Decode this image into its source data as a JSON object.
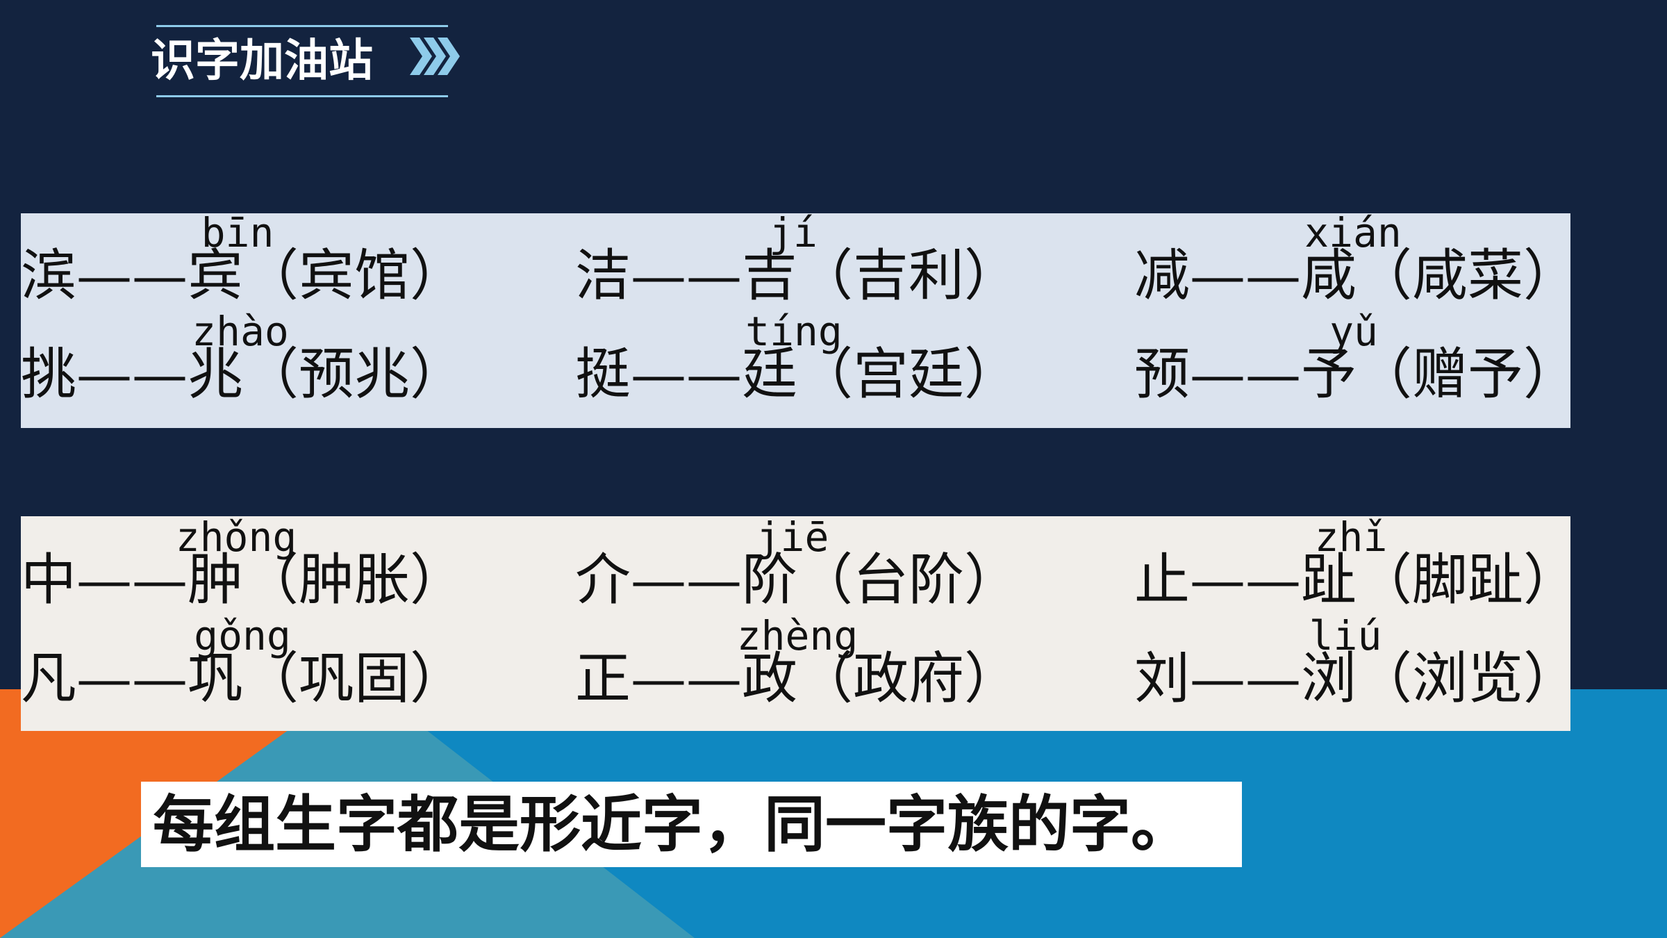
{
  "slide": {
    "title": "识字加油站",
    "colors": {
      "background": "#13233f",
      "title_text": "#ffffff",
      "accent_line": "#8ecbea",
      "chevron": "#8ecbea",
      "panel_1": "#dbe3ee",
      "panel_2": "#f1eeea",
      "blue_band": "#0f88c1",
      "orange": "#f26b21",
      "teal": "#3a99b6"
    },
    "icons": {
      "title_marker": "triple-chevron-right-icon"
    },
    "groups": [
      {
        "entries": [
          {
            "text": "滨——宾（宾馆）",
            "pinyin": "bīn"
          },
          {
            "text": "洁——吉（吉利）",
            "pinyin": "jí"
          },
          {
            "text": "减——咸（咸菜）",
            "pinyin": "xián"
          },
          {
            "text": "挑——兆（预兆）",
            "pinyin": "zhào"
          },
          {
            "text": "挺——廷（宫廷）",
            "pinyin": "tíng"
          },
          {
            "text": "预——予（赠予）",
            "pinyin": "yǔ"
          }
        ]
      },
      {
        "entries": [
          {
            "text": "中——肿（肿胀）",
            "pinyin": "zhǒng"
          },
          {
            "text": "介——阶（台阶）",
            "pinyin": "jiē"
          },
          {
            "text": "止——趾（脚趾）",
            "pinyin": "zhǐ"
          },
          {
            "text": "凡——巩（巩固）",
            "pinyin": "gǒng"
          },
          {
            "text": "正——政（政府）",
            "pinyin": "zhèng"
          },
          {
            "text": "刘——浏（浏览）",
            "pinyin": "liú"
          }
        ]
      }
    ],
    "caption": "每组生字都是形近字，同一字族的字。"
  }
}
